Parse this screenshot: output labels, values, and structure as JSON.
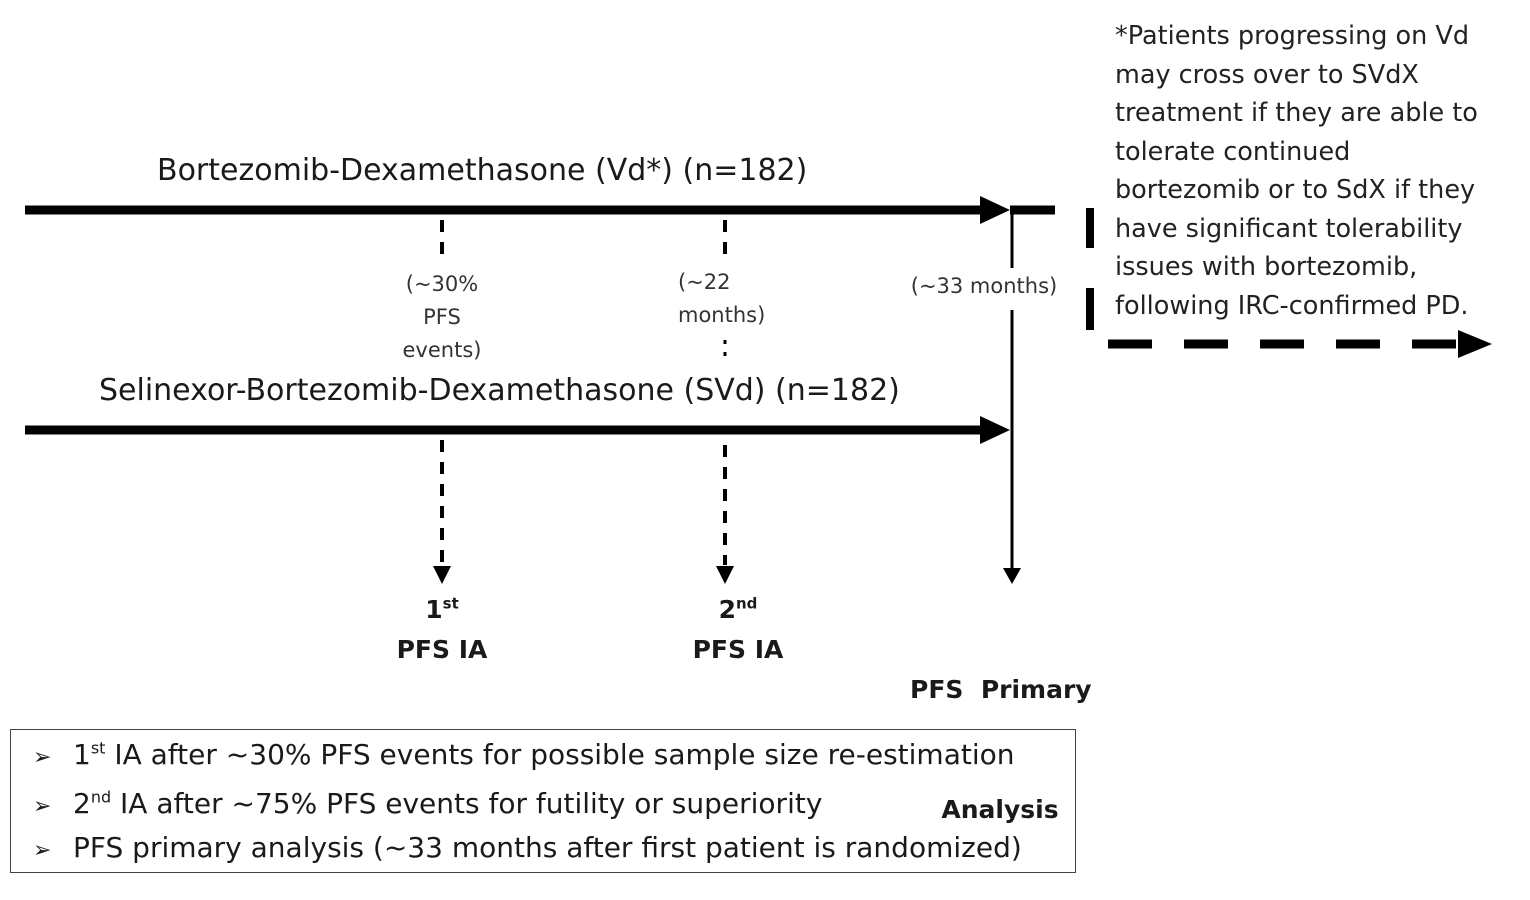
{
  "arms": {
    "vd_label": "Bortezomib-Dexamethasone (Vd*) (n=182)",
    "svd_label": "Selinexor-Bortezomib-Dexamethasone (SVd) (n=182)"
  },
  "timepoints": {
    "ia1": {
      "line1": "(~30%",
      "line2": "PFS",
      "line3": "events)"
    },
    "ia2": {
      "line1": "(~22",
      "line2": "months)"
    },
    "primary": {
      "line1": "(~33 months)"
    }
  },
  "milestones": {
    "ia1": {
      "ordinal": "1",
      "suffix": "st",
      "label": "PFS IA"
    },
    "ia2": {
      "ordinal": "2",
      "suffix": "nd",
      "label": "PFS IA"
    },
    "primary": {
      "line1": "PFS  Primary",
      "line2": "Analysis"
    }
  },
  "crossover_note": {
    "lines": [
      "*Patients progressing on Vd",
      "may cross over to SVdX",
      "treatment if they are able to",
      "tolerate continued",
      "bortezomib or to SdX if they",
      "have significant tolerability",
      "issues with bortezomib,",
      "following IRC-confirmed PD."
    ]
  },
  "summary": {
    "bullet_symbol": "➢",
    "items": [
      {
        "ordinal": "1",
        "suffix": "st",
        "text": " IA after ~30% PFS events for possible sample size re-estimation"
      },
      {
        "ordinal": "2",
        "suffix": "nd",
        "text": " IA after ~75% PFS events for futility or superiority"
      },
      {
        "ordinal": "",
        "suffix": "",
        "text": "PFS primary analysis (~33 months after first patient is randomized)"
      }
    ]
  }
}
